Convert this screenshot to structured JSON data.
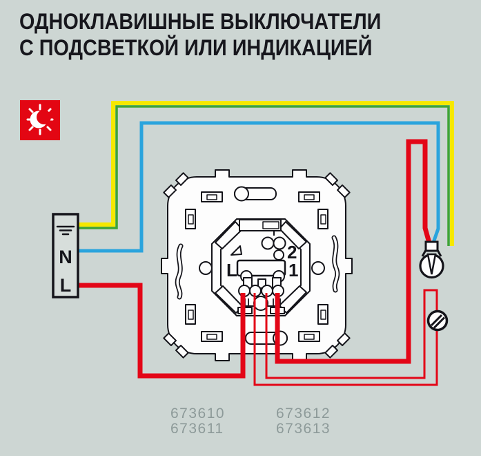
{
  "title": {
    "line1": "ОДНОКЛАВИШНЫЕ ВЫКЛЮЧАТЕЛИ",
    "line2": "С ПОДСВЕТКОЙ ИЛИ ИНДИКАЦИЕЙ"
  },
  "legend": {
    "icon": "backlight-crescent-icon",
    "icon_background": "#e30613"
  },
  "supply": {
    "ground_symbol": "earth",
    "neutral": "N",
    "line": "L"
  },
  "mechanism": {
    "terminal_l": "L",
    "terminal_1": "1",
    "terminal_2": "2"
  },
  "lamp_icon": "light-bulb",
  "screw_icon": "screw-head",
  "products": {
    "col1": [
      "673610",
      "673611"
    ],
    "col2": [
      "673612",
      "673613"
    ]
  },
  "colors": {
    "background": "#cdd6d3",
    "title_text": "#17171d",
    "products_text": "#8d9a99",
    "outline": "#14141a",
    "red": "#e30617",
    "blue": "#2aa4dd",
    "yellow": "#f6e800",
    "green": "#3fa435",
    "accent_red": "#e30613"
  },
  "wires": [
    {
      "role": "earth",
      "color": "yellow-green",
      "from": "supply-earth",
      "to": "unconnected-stub"
    },
    {
      "role": "neutral",
      "color": "blue",
      "from": "supply-N",
      "to": "lamp"
    },
    {
      "role": "line",
      "color": "red",
      "from": "supply-L",
      "to": "mechanism-terminal-L"
    },
    {
      "role": "switched-line",
      "color": "red",
      "from": "mechanism-terminal-1",
      "to": "lamp"
    },
    {
      "role": "indicator-loop",
      "color": "red",
      "from": "mechanism-terminal-2",
      "to": "screw-load"
    }
  ]
}
